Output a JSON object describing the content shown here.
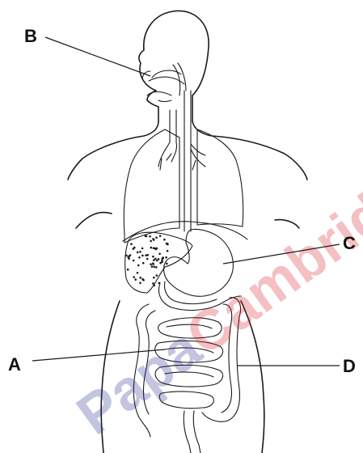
{
  "diagram": {
    "labels": {
      "a": "A",
      "b": "B",
      "c": "C",
      "d": "D"
    }
  },
  "watermark": {
    "text_part1": "Papa",
    "text_part2": "Cambridge",
    "color_part1": "#2b2f8e",
    "color_part2": "#d8202a"
  },
  "colors": {
    "line": "#1a1a1a",
    "background": "#ffffff"
  }
}
